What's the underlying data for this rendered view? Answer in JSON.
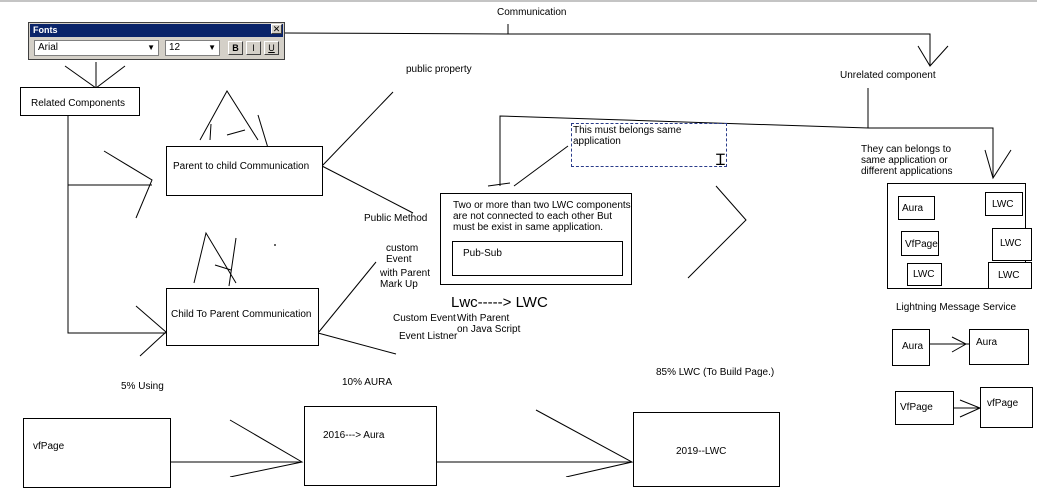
{
  "toolbar": {
    "title": "Fonts",
    "close_glyph": "✕",
    "font_name": "Arial",
    "font_size": "12",
    "bold_label": "B",
    "italic_label": "I",
    "underline_label": "U"
  },
  "labels": {
    "communication": "Communication",
    "public_property": "public property",
    "unrelated_component": "Unrelated component",
    "public_method": "Public Method",
    "custom_event": "custom\nEvent",
    "with_parent_markup": "with Parent\nMark Up",
    "lwc_to_lwc": "Lwc-----> LWC",
    "custom_event_2": "Custom Event",
    "with_parent_js": "With Parent\non Java Script",
    "event_listener": "Event Listner",
    "lms": "Lightning Message Service",
    "they_can_belong": "They can belongs to\nsame application or\ndifferent applications",
    "five_percent": "5% Using",
    "ten_percent": "10% AURA",
    "eighty_five_percent": "85% LWC (To Build Page.)"
  },
  "boxes": {
    "related": "Related Components",
    "parent_child": "Parent to child Communication",
    "child_parent": "Child To Parent Communication",
    "unrelated_desc": "Two or more than two LWC components\nare not connected to each other But\nmust be exist in same application.",
    "pubsub": "Pub-Sub",
    "same_app": "This must belongs same application",
    "lms_aura": "Aura",
    "lms_lwc1": "LWC",
    "lms_vfpage": "VfPage",
    "lms_lwc2": "LWC",
    "lms_lwc3": "LWC",
    "lms_lwc4": "LWC",
    "aura_a": "Aura",
    "aura_b": "Aura",
    "vfpage_a": "VfPage",
    "vfpage_b": "vfPage",
    "tl_vfpage": "vfPage",
    "tl_aura": "2016---> Aura",
    "tl_lwc": "2019--LWC"
  }
}
